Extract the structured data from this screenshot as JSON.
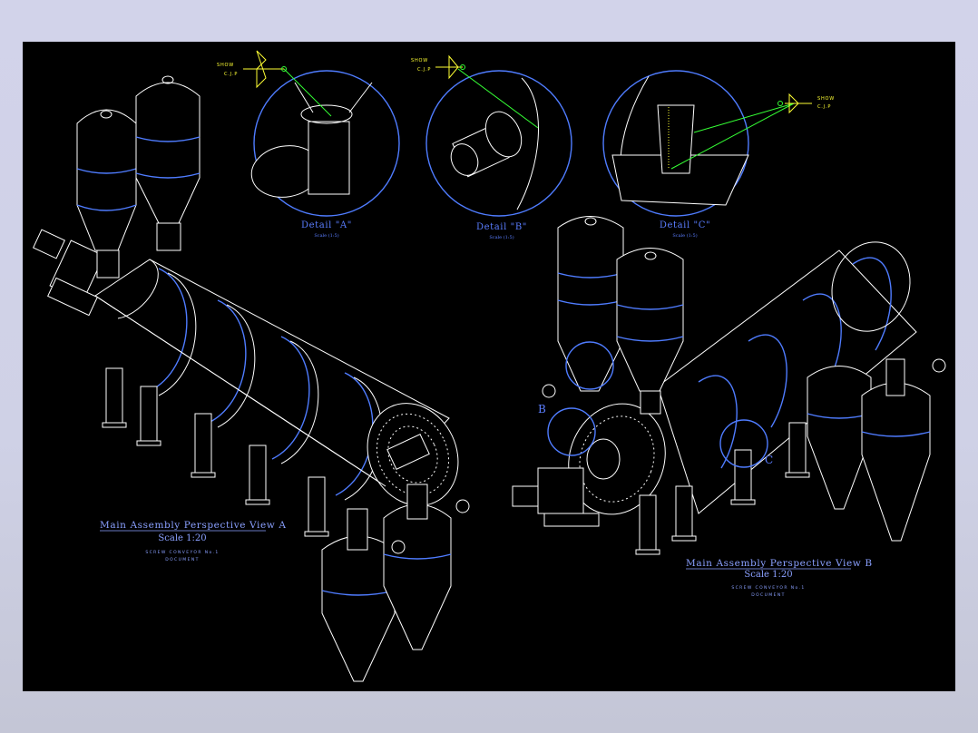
{
  "drawing": {
    "view_a": {
      "title": "Main Assembly Perspective View A",
      "scale": "Scale 1:20",
      "note_1": "SCREW CONVEYOR No.1",
      "note_2": "DOCUMENT"
    },
    "view_b": {
      "title": "Main Assembly Perspective View B",
      "scale": "Scale 1:20",
      "note_1": "SCREW CONVEYOR No.1",
      "note_2": "DOCUMENT"
    },
    "details": [
      {
        "title": "Detail \"A\"",
        "scale": "Scale (1:5)",
        "weld_top": "SHOW",
        "weld_bottom": "C.J.P"
      },
      {
        "title": "Detail \"B\"",
        "scale": "Scale (1:5)",
        "weld_top": "SHOW",
        "weld_bottom": "C.J.P"
      },
      {
        "title": "Detail \"C\"",
        "scale": "Scale (1:5)",
        "weld_top": "SHOW",
        "weld_bottom": "C.J.P"
      }
    ],
    "callouts": {
      "b": "B",
      "c": "C"
    },
    "colors": {
      "background": "#000000",
      "line": "#ffffff",
      "dimension": "#4f7cff",
      "weld_leader": "#35ff35",
      "weld_symbol": "#ffff33",
      "frame": "#d2d3ea"
    }
  }
}
